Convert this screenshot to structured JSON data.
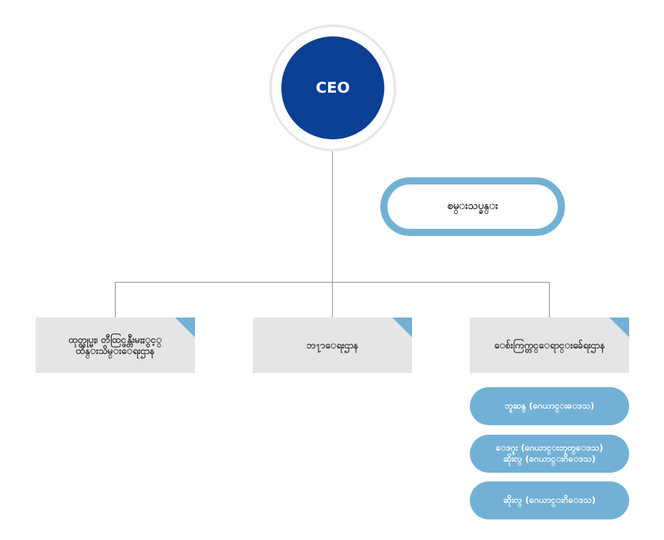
{
  "org_chart": {
    "ceo": {
      "label": "CEO",
      "color": "#0a3f93"
    },
    "lab": {
      "label": "စမ္းသပ္ခန္း",
      "border_color": "#72b1d5"
    },
    "departments": [
      {
        "line1": "ထုတ္လုပ္မႈ၊ တီထြင္ဖန္တီးမႈႏွင့္",
        "line2": "ထိန္းသိမ္းေရးဌာန"
      },
      {
        "line1": "ဘ႑ာေရးဌာန",
        "line2": ""
      },
      {
        "line1": "ေစ်းကြက္တင္ေရာင္းခ်ေရးဌာန",
        "line2": ""
      }
    ],
    "regions": [
      {
        "line1": "ဘူဆန္ (ဂေယာင္းေဒသ)",
        "line2": ""
      },
      {
        "line1": "ေဒဂူး (ဂေယာင္းဘုတ္ေဒသ)",
        "line2": "ဆိုးလ္ (ဂေယာင္းဂိေဒသ)"
      },
      {
        "line1": "ဆိုးလ္ (ဂေယာင္းဂိေဒသ)",
        "line2": ""
      }
    ],
    "colors": {
      "accent": "#72b1d5",
      "box_bg": "#e5e5e6",
      "connector": "#9a9a9a"
    }
  }
}
